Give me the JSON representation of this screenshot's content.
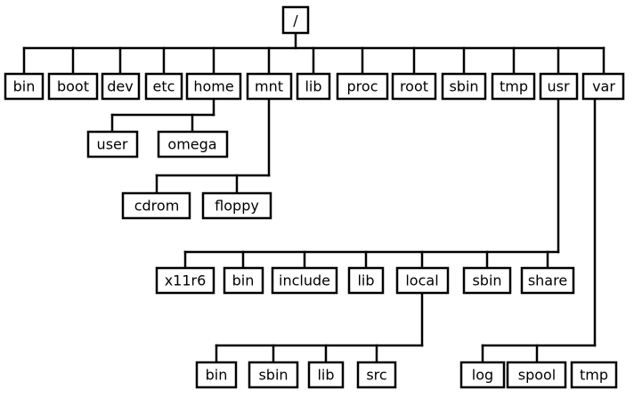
{
  "tree": {
    "root": {
      "label": "/"
    },
    "level1": [
      {
        "id": "bin",
        "label": "bin"
      },
      {
        "id": "boot",
        "label": "boot"
      },
      {
        "id": "dev",
        "label": "dev"
      },
      {
        "id": "etc",
        "label": "etc"
      },
      {
        "id": "home",
        "label": "home"
      },
      {
        "id": "mnt",
        "label": "mnt"
      },
      {
        "id": "lib",
        "label": "lib"
      },
      {
        "id": "proc",
        "label": "proc"
      },
      {
        "id": "root",
        "label": "root"
      },
      {
        "id": "sbin",
        "label": "sbin"
      },
      {
        "id": "tmp",
        "label": "tmp"
      },
      {
        "id": "usr",
        "label": "usr"
      },
      {
        "id": "var",
        "label": "var"
      }
    ],
    "home": [
      {
        "id": "user",
        "label": "user"
      },
      {
        "id": "omega",
        "label": "omega"
      }
    ],
    "mnt": [
      {
        "id": "cdrom",
        "label": "cdrom"
      },
      {
        "id": "floppy",
        "label": "floppy"
      }
    ],
    "usr": [
      {
        "id": "x11r6",
        "label": "x11r6"
      },
      {
        "id": "bin",
        "label": "bin"
      },
      {
        "id": "include",
        "label": "include"
      },
      {
        "id": "lib",
        "label": "lib"
      },
      {
        "id": "local",
        "label": "local"
      },
      {
        "id": "sbin",
        "label": "sbin"
      },
      {
        "id": "share",
        "label": "share"
      }
    ],
    "local": [
      {
        "id": "bin",
        "label": "bin"
      },
      {
        "id": "sbin",
        "label": "sbin"
      },
      {
        "id": "lib",
        "label": "lib"
      },
      {
        "id": "src",
        "label": "src"
      }
    ],
    "var": [
      {
        "id": "log",
        "label": "log"
      },
      {
        "id": "spool",
        "label": "spool"
      },
      {
        "id": "tmp",
        "label": "tmp"
      }
    ]
  }
}
